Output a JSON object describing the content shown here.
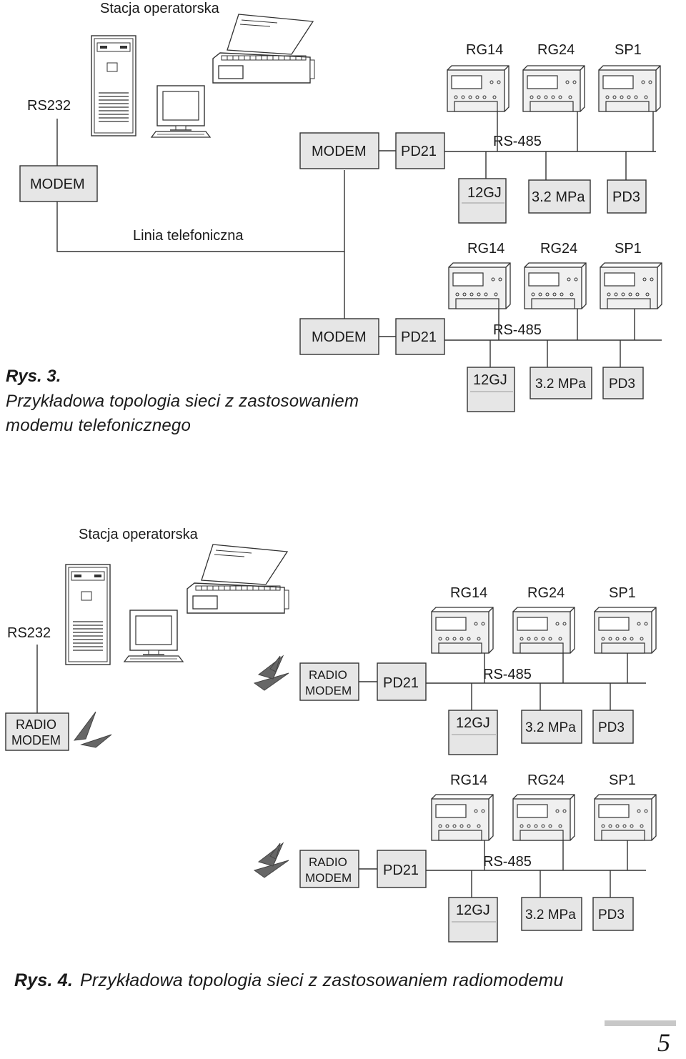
{
  "figure3": {
    "station_label": "Stacja operatorska",
    "rs232": "RS232",
    "modem_local": "MODEM",
    "phone_line": "Linia telefoniczna",
    "caption_label": "Rys. 3.",
    "caption_line1": "Przykładowa topologia sieci z zastosowaniem",
    "caption_line2": "modemu telefonicznego",
    "subnets": [
      {
        "modem": "MODEM",
        "pd21": "PD21",
        "bus": "RS-485",
        "devices": [
          "RG14",
          "RG24",
          "SP1"
        ],
        "bottom": [
          "12GJ",
          "3.2 MPa",
          "PD3"
        ]
      },
      {
        "modem": "MODEM",
        "pd21": "PD21",
        "bus": "RS-485",
        "devices": [
          "RG14",
          "RG24",
          "SP1"
        ],
        "bottom": [
          "12GJ",
          "3.2 MPa",
          "PD3"
        ]
      }
    ]
  },
  "figure4": {
    "station_label": "Stacja operatorska",
    "rs232": "RS232",
    "radio_local_l1": "RADIO",
    "radio_local_l2": "MODEM",
    "caption_label": "Rys. 4.",
    "caption_text": "Przykładowa topologia sieci z zastosowaniem radiomodemu",
    "subnets": [
      {
        "modem_l1": "RADIO",
        "modem_l2": "MODEM",
        "pd21": "PD21",
        "bus": "RS-485",
        "devices": [
          "RG14",
          "RG24",
          "SP1"
        ],
        "bottom": [
          "12GJ",
          "3.2 MPa",
          "PD3"
        ]
      },
      {
        "modem_l1": "RADIO",
        "modem_l2": "MODEM",
        "pd21": "PD21",
        "bus": "RS-485",
        "devices": [
          "RG14",
          "RG24",
          "SP1"
        ],
        "bottom": [
          "12GJ",
          "3.2 MPa",
          "PD3"
        ]
      }
    ]
  },
  "page_number": "5",
  "colors": {
    "box_fill": "#e6e6e6",
    "line": "#333333",
    "device_fill": "#efefef",
    "radio_icon": "#666666"
  }
}
